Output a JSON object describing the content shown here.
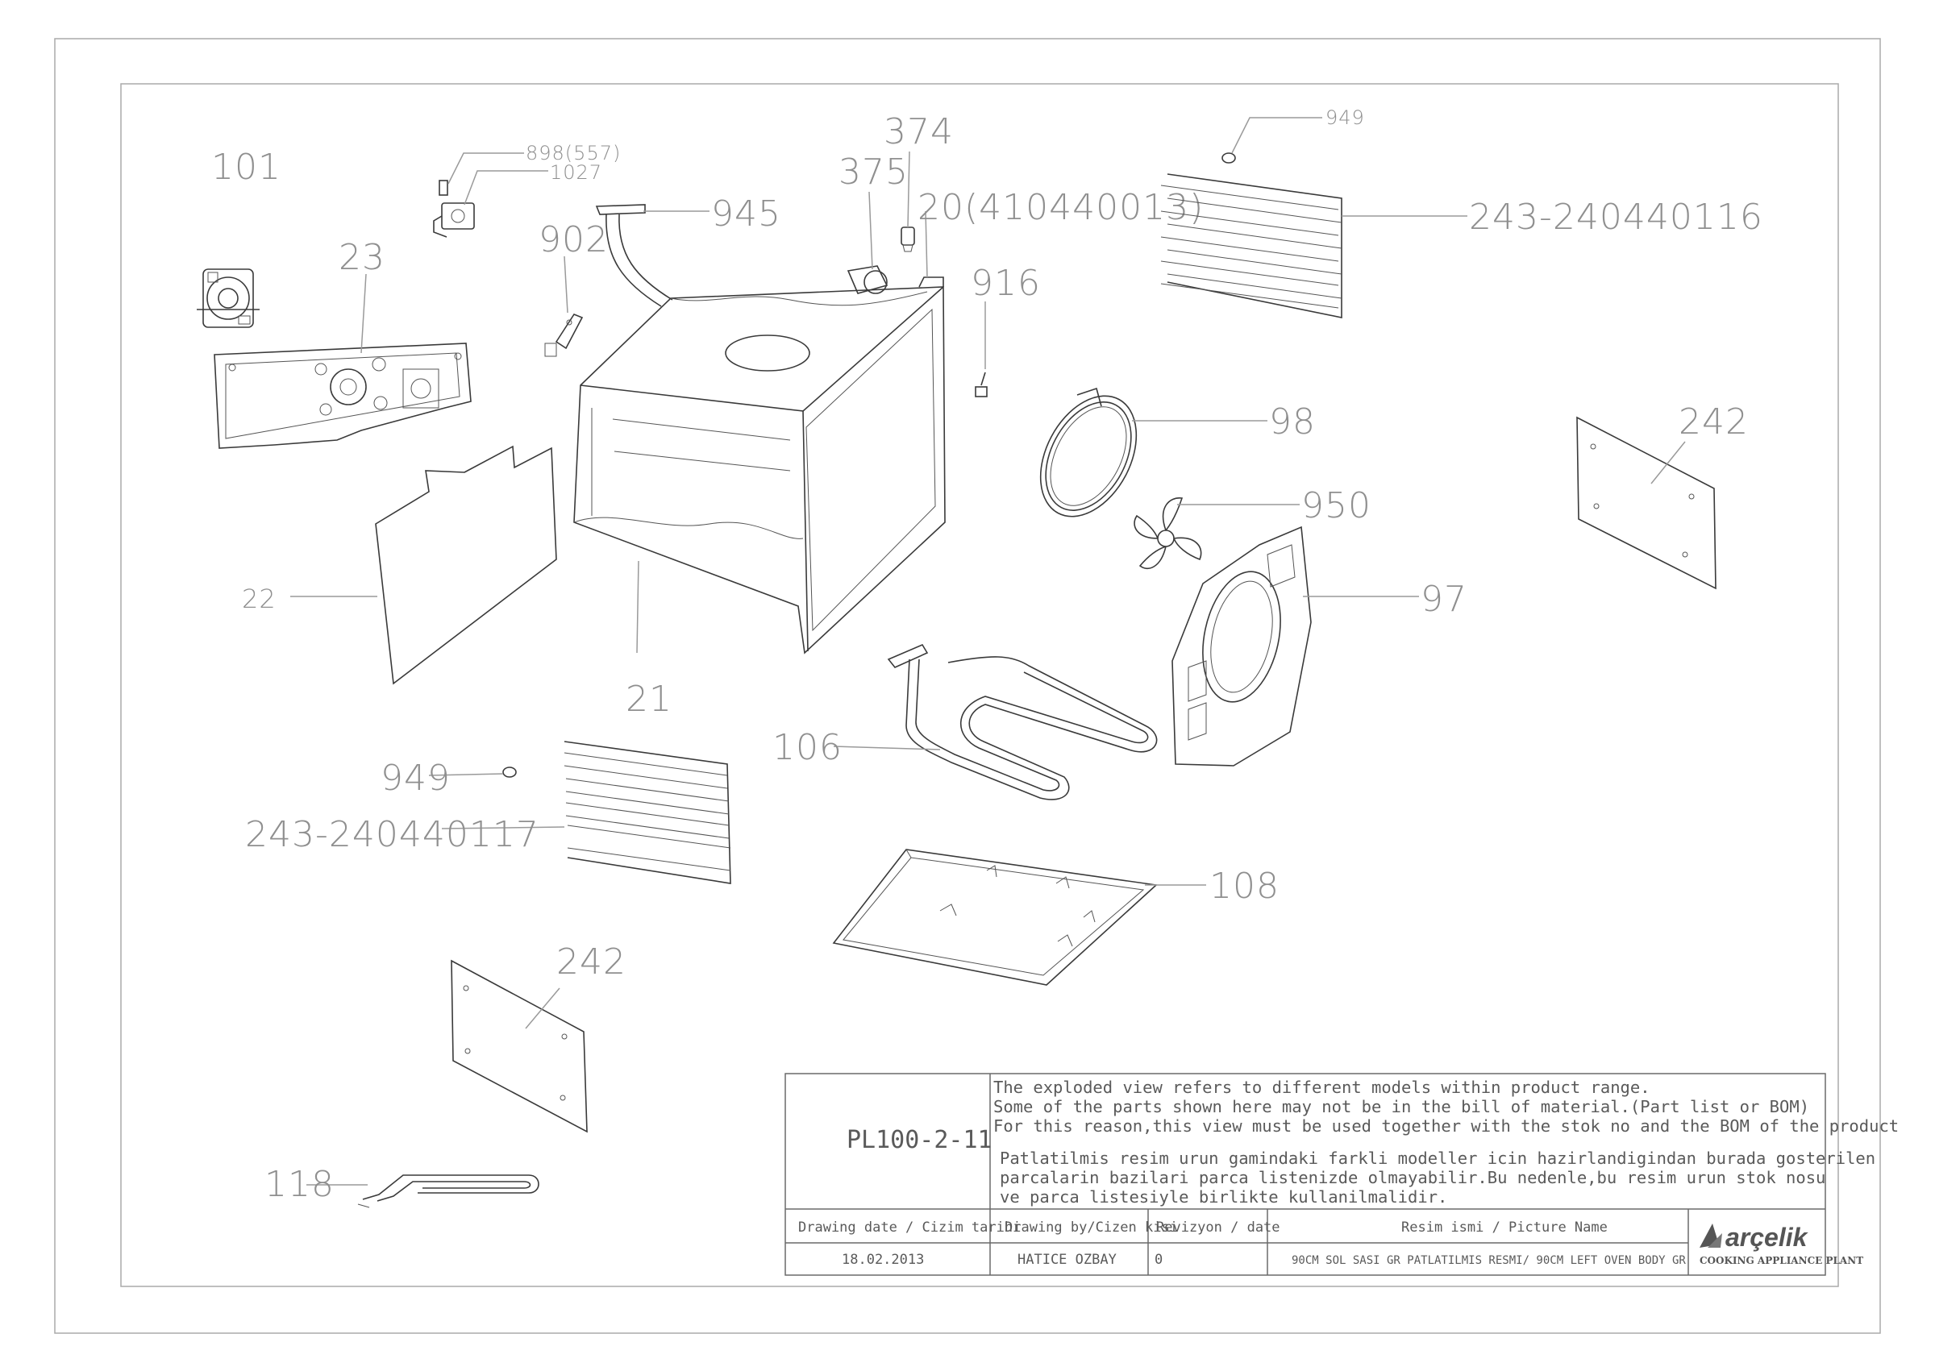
{
  "labels": {
    "l101": "101",
    "l898": "898(557)",
    "l1027": "1027",
    "l23": "23",
    "l902": "902",
    "l945": "945",
    "l375": "375",
    "l374": "374",
    "l20": "20(410440013)",
    "l916": "916",
    "l949a": "949",
    "l243a": "243-240440116",
    "l98": "98",
    "l950": "950",
    "l242a": "242",
    "l97": "97",
    "l22": "22",
    "l21": "21",
    "l106": "106",
    "l949b": "949",
    "l243b": "243-240440117",
    "l108": "108",
    "l242b": "242",
    "l118": "118"
  },
  "title_block": {
    "drawing_no": "PL100-2-11",
    "note_en_1": "The exploded view refers to different models within product range.",
    "note_en_2": "Some of the parts shown here may not be in the bill of material.(Part list or BOM)",
    "note_en_3": "For this reason,this view must be used together with the stok no and the BOM of the product",
    "note_tr_1": "Patlatilmis resim urun gamindaki farkli modeller icin hazirlandigindan burada gosterilen",
    "note_tr_2": "parcalarin bazilari parca listenizde olmayabilir.Bu nedenle,bu resim urun stok nosu",
    "note_tr_3": "ve parca listesiyle birlikte kullanilmalidir.",
    "h_date": "Drawing date / Cizim tarihi",
    "h_by": "Drawing by/Cizen kisi",
    "h_rev": "Revizyon / date",
    "h_name": "Resim ismi / Picture Name",
    "v_date": "18.02.2013",
    "v_by": "HATICE OZBAY",
    "v_rev": "0",
    "v_name": "90CM SOL SASI GR PATLATILMIS RESMI/ 90CM LEFT OVEN BODY GR",
    "brand": "arçelik",
    "plant": "COOKING APPLIANCE PLANT"
  }
}
